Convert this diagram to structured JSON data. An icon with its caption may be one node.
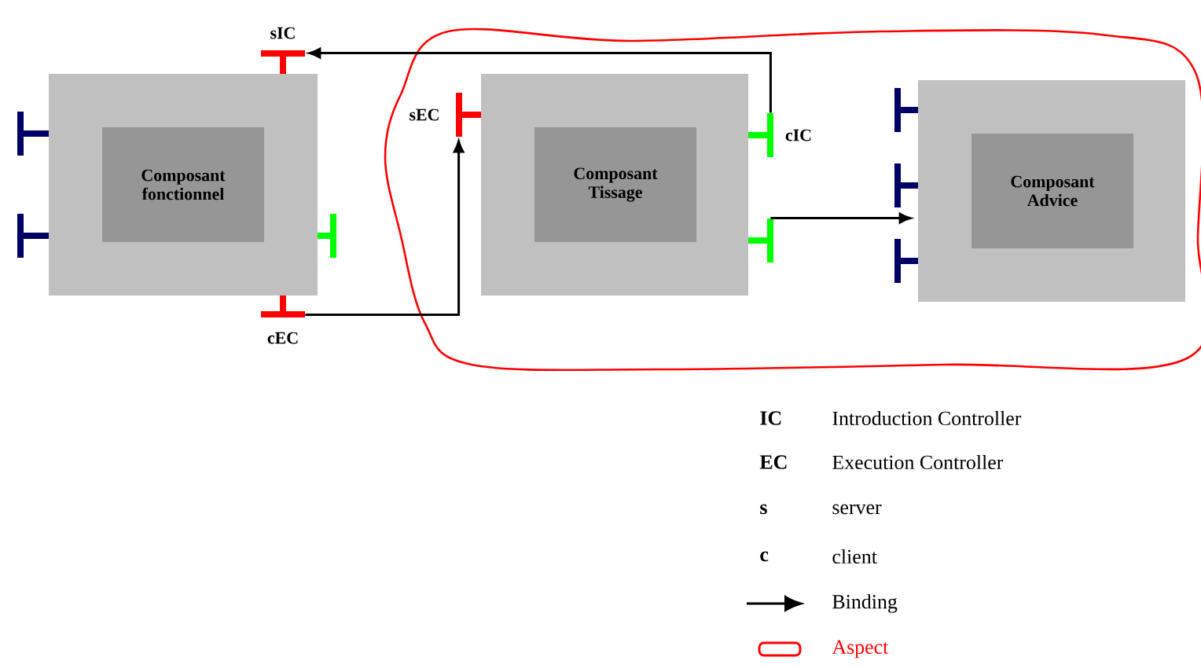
{
  "diagram": {
    "nodes": [
      {
        "text": [],
        "shape": "box"
      },
      {
        "text": [
          "Composant fonctionnel"
        ],
        "in": 0
      },
      {
        "text": [],
        "shape": "box"
      },
      {
        "text": [
          "Composant Tissage"
        ],
        "in": 2
      },
      {
        "text": [],
        "shape": "box"
      },
      {
        "text": [
          "Composant Advice"
        ],
        "in": 4
      },
      {
        "text": [],
        "shape": "bar",
        "beside": [
          "sIC"
        ]
      },
      {
        "text": [],
        "shape": "bar"
      },
      {
        "text": [],
        "shape": "bar"
      },
      {
        "text": [],
        "shape": "bar"
      },
      {
        "text": [],
        "shape": "bar",
        "beside": [
          "cEC"
        ]
      },
      {
        "text": [],
        "shape": "bar",
        "beside": [
          "sEC"
        ]
      },
      {
        "text": [],
        "shape": "bar",
        "beside": [
          "cIC"
        ]
      },
      {
        "text": [],
        "shape": "bar"
      },
      {
        "text": [],
        "shape": "bar"
      },
      {
        "text": [],
        "shape": "bar"
      },
      {
        "text": [],
        "shape": "bar"
      }
    ],
    "edges": [
      {
        "from": 12,
        "to": 6,
        "arrow": "to"
      },
      {
        "from": 10,
        "to": 11,
        "arrow": "to"
      },
      {
        "from": 13,
        "to": 4,
        "arrow": "to"
      }
    ],
    "labels": [
      "IC",
      "Introduction Controller",
      "EC",
      "Execution Controller",
      "s",
      "server",
      "c",
      "client"
    ],
    "legend": [
      {
        "text": "Binding"
      },
      {
        "text": "Aspect"
      }
    ]
  }
}
